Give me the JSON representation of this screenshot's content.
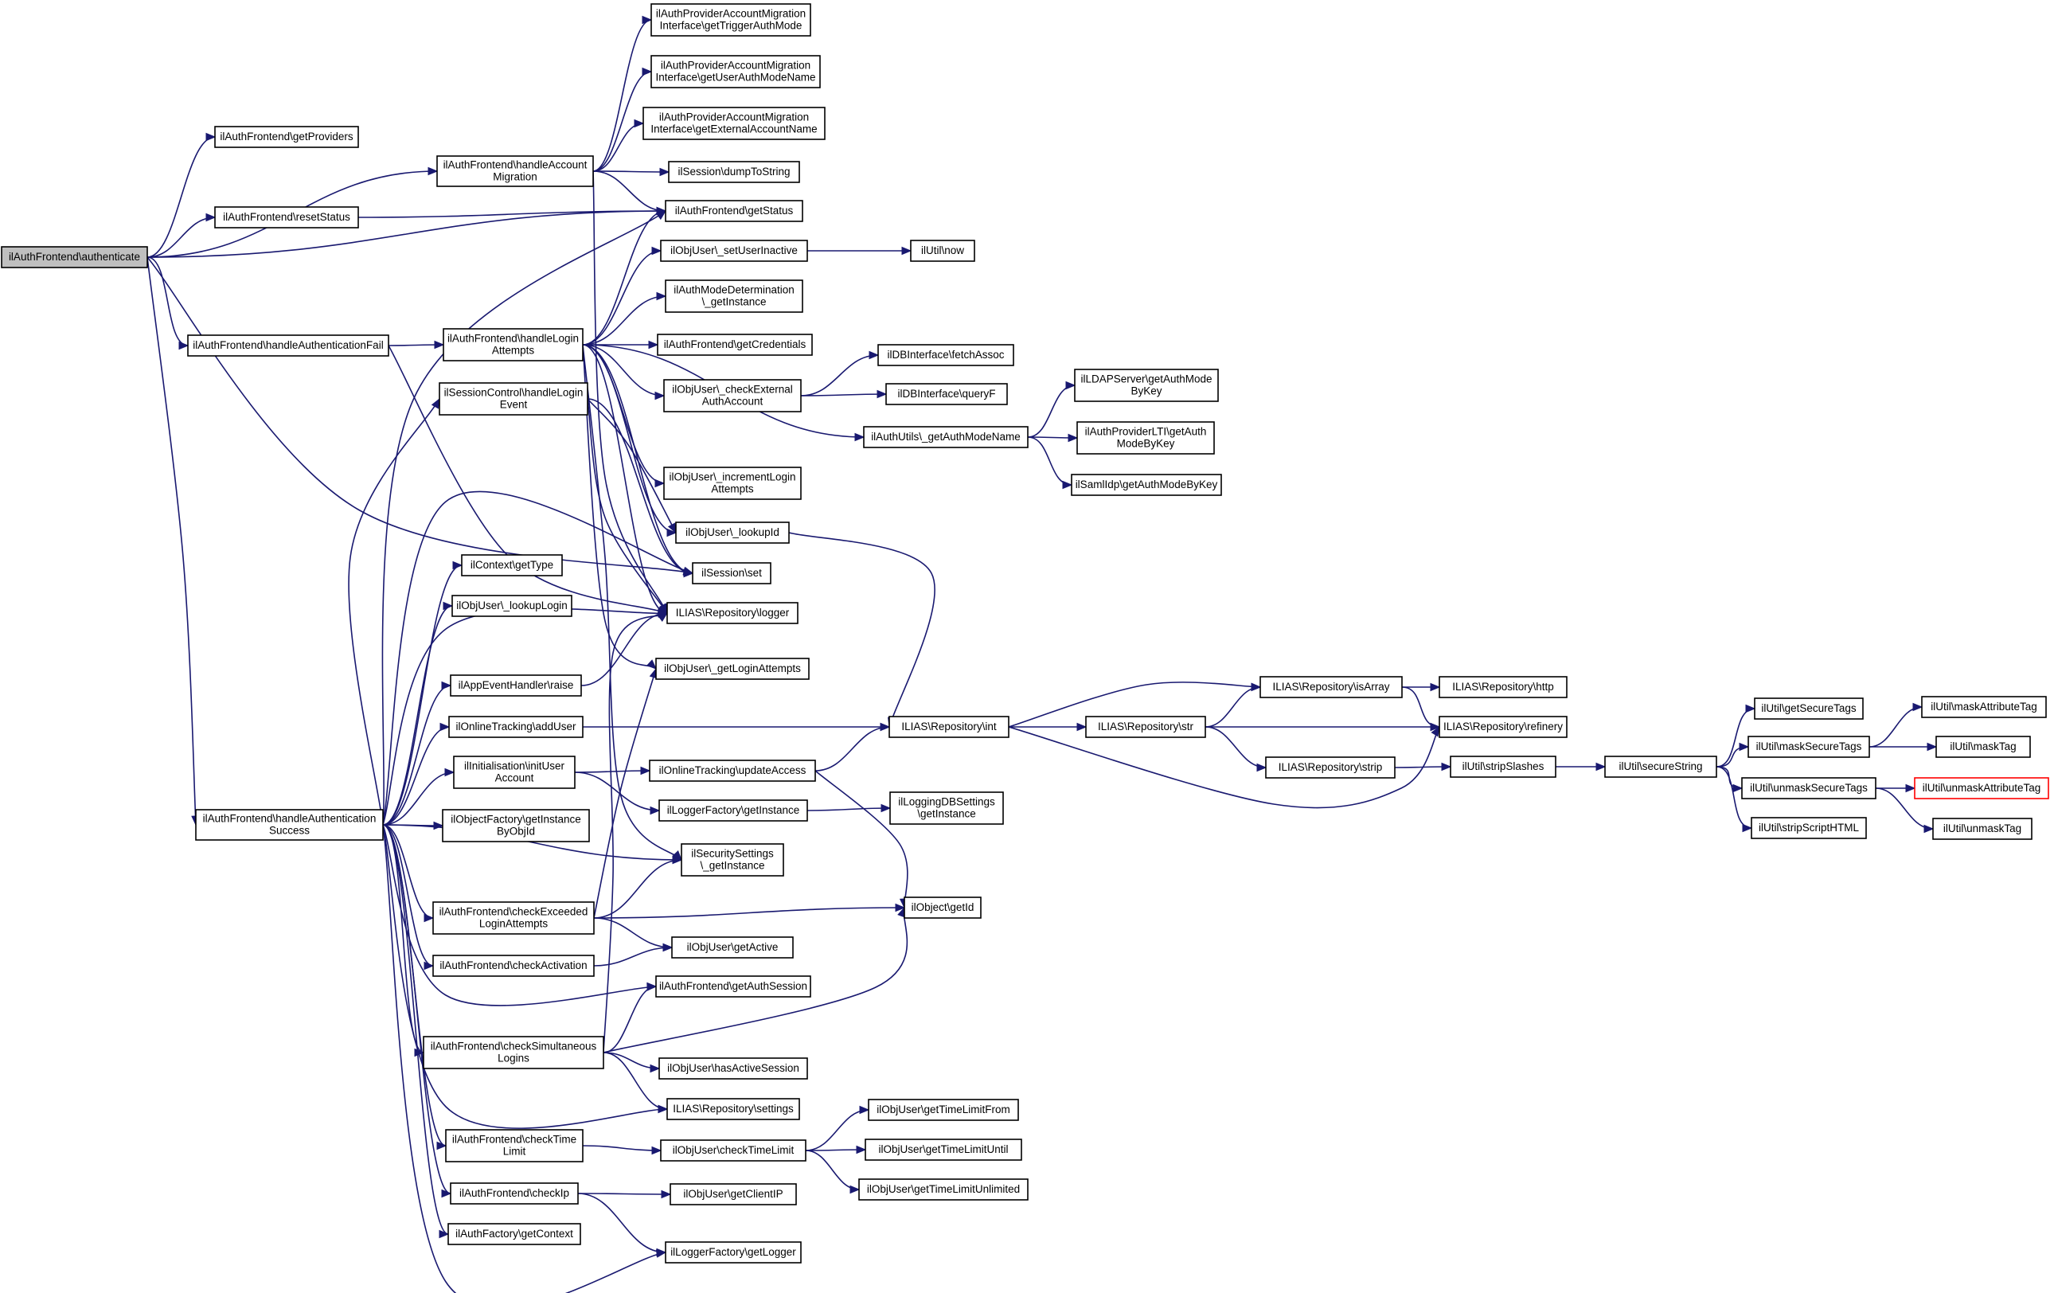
{
  "diagram": {
    "kind": "call graph",
    "colors": {
      "edge": "#191970",
      "current_fill": "#bfbfbf",
      "truncated_border": "#ff0000"
    },
    "nodes": [
      {
        "id": "authenticate",
        "lines": [
          "ilAuthFrontend\\authenticate"
        ],
        "state": "current"
      },
      {
        "id": "getProviders",
        "lines": [
          "ilAuthFrontend\\getProviders"
        ]
      },
      {
        "id": "handleAccountMigration",
        "lines": [
          "ilAuthFrontend\\handleAccount",
          "Migration"
        ]
      },
      {
        "id": "resetStatus",
        "lines": [
          "ilAuthFrontend\\resetStatus"
        ]
      },
      {
        "id": "handleAuthenticationFail",
        "lines": [
          "ilAuthFrontend\\handleAuthenticationFail"
        ]
      },
      {
        "id": "handleAuthenticationSuccess",
        "lines": [
          "ilAuthFrontend\\handleAuthentication",
          "Success"
        ]
      },
      {
        "id": "getTriggerAuthMode",
        "lines": [
          "ilAuthProviderAccountMigration",
          "Interface\\getTriggerAuthMode"
        ]
      },
      {
        "id": "getUserAuthModeName",
        "lines": [
          "ilAuthProviderAccountMigration",
          "Interface\\getUserAuthModeName"
        ]
      },
      {
        "id": "getExternalAccountName",
        "lines": [
          "ilAuthProviderAccountMigration",
          "Interface\\getExternalAccountName"
        ]
      },
      {
        "id": "dumpToString",
        "lines": [
          "ilSession\\dumpToString"
        ]
      },
      {
        "id": "getStatus",
        "lines": [
          "ilAuthFrontend\\getStatus"
        ]
      },
      {
        "id": "setUserInactive",
        "lines": [
          "ilObjUser\\_setUserInactive"
        ]
      },
      {
        "id": "now",
        "lines": [
          "ilUtil\\now"
        ]
      },
      {
        "id": "authModeDetermination",
        "lines": [
          "ilAuthModeDetermination",
          "\\_getInstance"
        ]
      },
      {
        "id": "handleLoginAttempts",
        "lines": [
          "ilAuthFrontend\\handleLogin",
          "Attempts"
        ]
      },
      {
        "id": "getCredentials",
        "lines": [
          "ilAuthFrontend\\getCredentials"
        ]
      },
      {
        "id": "fetchAssoc",
        "lines": [
          "ilDBInterface\\fetchAssoc"
        ]
      },
      {
        "id": "checkExternalAuthAccount",
        "lines": [
          "ilObjUser\\_checkExternal",
          "AuthAccount"
        ]
      },
      {
        "id": "queryF",
        "lines": [
          "ilDBInterface\\queryF"
        ]
      },
      {
        "id": "ldapGetAuthModeByKey",
        "lines": [
          "ilLDAPServer\\getAuthMode",
          "ByKey"
        ]
      },
      {
        "id": "sessionControlHandleLoginEvent",
        "lines": [
          "ilSessionControl\\handleLogin",
          "Event"
        ]
      },
      {
        "id": "getAuthModeName",
        "lines": [
          "ilAuthUtils\\_getAuthModeName"
        ]
      },
      {
        "id": "ltiGetAuthModeByKey",
        "lines": [
          "ilAuthProviderLTI\\getAuth",
          "ModeByKey"
        ]
      },
      {
        "id": "samlGetAuthModeByKey",
        "lines": [
          "ilSamlIdp\\getAuthModeByKey"
        ]
      },
      {
        "id": "incrementLoginAttempts",
        "lines": [
          "ilObjUser\\_incrementLogin",
          "Attempts"
        ]
      },
      {
        "id": "lookupId",
        "lines": [
          "ilObjUser\\_lookupId"
        ]
      },
      {
        "id": "contextGetType",
        "lines": [
          "ilContext\\getType"
        ]
      },
      {
        "id": "sessionSet",
        "lines": [
          "ilSession\\set"
        ]
      },
      {
        "id": "lookupLogin",
        "lines": [
          "ilObjUser\\_lookupLogin"
        ]
      },
      {
        "id": "repoLogger",
        "lines": [
          "ILIAS\\Repository\\logger"
        ]
      },
      {
        "id": "appEventRaise",
        "lines": [
          "ilAppEventHandler\\raise"
        ]
      },
      {
        "id": "getLoginAttempts",
        "lines": [
          "ilObjUser\\_getLoginAttempts"
        ]
      },
      {
        "id": "onlineAddUser",
        "lines": [
          "ilOnlineTracking\\addUser"
        ]
      },
      {
        "id": "repoInt",
        "lines": [
          "ILIAS\\Repository\\int"
        ]
      },
      {
        "id": "repoStr",
        "lines": [
          "ILIAS\\Repository\\str"
        ]
      },
      {
        "id": "repoIsArray",
        "lines": [
          "ILIAS\\Repository\\isArray"
        ]
      },
      {
        "id": "repoHttp",
        "lines": [
          "ILIAS\\Repository\\http"
        ]
      },
      {
        "id": "repoRefinery",
        "lines": [
          "ILIAS\\Repository\\refinery"
        ]
      },
      {
        "id": "repoStrip",
        "lines": [
          "ILIAS\\Repository\\strip"
        ]
      },
      {
        "id": "stripSlashes",
        "lines": [
          "ilUtil\\stripSlashes"
        ]
      },
      {
        "id": "secureString",
        "lines": [
          "ilUtil\\secureString"
        ]
      },
      {
        "id": "getSecureTags",
        "lines": [
          "ilUtil\\getSecureTags"
        ]
      },
      {
        "id": "maskSecureTags",
        "lines": [
          "ilUtil\\maskSecureTags"
        ]
      },
      {
        "id": "unmaskSecureTags",
        "lines": [
          "ilUtil\\unmaskSecureTags"
        ]
      },
      {
        "id": "stripScriptHTML",
        "lines": [
          "ilUtil\\stripScriptHTML"
        ]
      },
      {
        "id": "maskAttributeTag",
        "lines": [
          "ilUtil\\maskAttributeTag"
        ]
      },
      {
        "id": "maskTag",
        "lines": [
          "ilUtil\\maskTag"
        ]
      },
      {
        "id": "unmaskAttributeTag",
        "lines": [
          "ilUtil\\unmaskAttributeTag"
        ],
        "state": "truncated"
      },
      {
        "id": "unmaskTag",
        "lines": [
          "ilUtil\\unmaskTag"
        ]
      },
      {
        "id": "initUserAccount",
        "lines": [
          "ilInitialisation\\initUser",
          "Account"
        ]
      },
      {
        "id": "updateAccess",
        "lines": [
          "ilOnlineTracking\\updateAccess"
        ]
      },
      {
        "id": "loggerFactoryGetInstance",
        "lines": [
          "ilLoggerFactory\\getInstance"
        ]
      },
      {
        "id": "loggingDBSettings",
        "lines": [
          "ilLoggingDBSettings",
          "\\getInstance"
        ]
      },
      {
        "id": "objectFactoryGetInstance",
        "lines": [
          "ilObjectFactory\\getInstance",
          "ByObjId"
        ]
      },
      {
        "id": "securitySettings",
        "lines": [
          "ilSecuritySettings",
          "\\_getInstance"
        ]
      },
      {
        "id": "checkExceededLoginAttempts",
        "lines": [
          "ilAuthFrontend\\checkExceeded",
          "LoginAttempts"
        ]
      },
      {
        "id": "objectGetId",
        "lines": [
          "ilObject\\getId"
        ]
      },
      {
        "id": "getActive",
        "lines": [
          "ilObjUser\\getActive"
        ]
      },
      {
        "id": "checkActivation",
        "lines": [
          "ilAuthFrontend\\checkActivation"
        ]
      },
      {
        "id": "getAuthSession",
        "lines": [
          "ilAuthFrontend\\getAuthSession"
        ]
      },
      {
        "id": "checkSimultaneousLogins",
        "lines": [
          "ilAuthFrontend\\checkSimultaneous",
          "Logins"
        ]
      },
      {
        "id": "hasActiveSession",
        "lines": [
          "ilObjUser\\hasActiveSession"
        ]
      },
      {
        "id": "repoSettings",
        "lines": [
          "ILIAS\\Repository\\settings"
        ]
      },
      {
        "id": "checkTimeLimit",
        "lines": [
          "ilAuthFrontend\\checkTime",
          "Limit"
        ]
      },
      {
        "id": "userCheckTimeLimit",
        "lines": [
          "ilObjUser\\checkTimeLimit"
        ]
      },
      {
        "id": "getTimeLimitFrom",
        "lines": [
          "ilObjUser\\getTimeLimitFrom"
        ]
      },
      {
        "id": "getTimeLimitUntil",
        "lines": [
          "ilObjUser\\getTimeLimitUntil"
        ]
      },
      {
        "id": "getTimeLimitUnlimited",
        "lines": [
          "ilObjUser\\getTimeLimitUnlimited"
        ]
      },
      {
        "id": "checkIp",
        "lines": [
          "ilAuthFrontend\\checkIp"
        ]
      },
      {
        "id": "getClientIP",
        "lines": [
          "ilObjUser\\getClientIP"
        ]
      },
      {
        "id": "authFactoryGetContext",
        "lines": [
          "ilAuthFactory\\getContext"
        ]
      },
      {
        "id": "loggerFactoryGetLogger",
        "lines": [
          "ilLoggerFactory\\getLogger"
        ]
      }
    ],
    "edges": [
      [
        "authenticate",
        "getProviders"
      ],
      [
        "authenticate",
        "handleAccountMigration"
      ],
      [
        "authenticate",
        "resetStatus"
      ],
      [
        "authenticate",
        "getStatus"
      ],
      [
        "authenticate",
        "handleAuthenticationFail"
      ],
      [
        "authenticate",
        "handleAuthenticationSuccess"
      ],
      [
        "authenticate",
        "sessionSet"
      ],
      [
        "handleAccountMigration",
        "getTriggerAuthMode"
      ],
      [
        "handleAccountMigration",
        "getUserAuthModeName"
      ],
      [
        "handleAccountMigration",
        "getExternalAccountName"
      ],
      [
        "handleAccountMigration",
        "dumpToString"
      ],
      [
        "handleAccountMigration",
        "getStatus"
      ],
      [
        "handleAccountMigration",
        "repoLogger"
      ],
      [
        "resetStatus",
        "getStatus"
      ],
      [
        "handleAuthenticationFail",
        "handleLoginAttempts"
      ],
      [
        "handleAuthenticationFail",
        "repoLogger"
      ],
      [
        "handleLoginAttempts",
        "getStatus"
      ],
      [
        "handleLoginAttempts",
        "setUserInactive"
      ],
      [
        "handleLoginAttempts",
        "authModeDetermination"
      ],
      [
        "handleLoginAttempts",
        "getCredentials"
      ],
      [
        "handleLoginAttempts",
        "checkExternalAuthAccount"
      ],
      [
        "handleLoginAttempts",
        "getAuthModeName"
      ],
      [
        "handleLoginAttempts",
        "incrementLoginAttempts"
      ],
      [
        "handleLoginAttempts",
        "lookupId"
      ],
      [
        "handleLoginAttempts",
        "sessionSet"
      ],
      [
        "handleLoginAttempts",
        "repoLogger"
      ],
      [
        "handleLoginAttempts",
        "getLoginAttempts"
      ],
      [
        "handleLoginAttempts",
        "securitySettings"
      ],
      [
        "setUserInactive",
        "now"
      ],
      [
        "checkExternalAuthAccount",
        "fetchAssoc"
      ],
      [
        "checkExternalAuthAccount",
        "queryF"
      ],
      [
        "getAuthModeName",
        "ldapGetAuthModeByKey"
      ],
      [
        "getAuthModeName",
        "ltiGetAuthModeByKey"
      ],
      [
        "getAuthModeName",
        "samlGetAuthModeByKey"
      ],
      [
        "sessionControlHandleLoginEvent",
        "lookupId"
      ],
      [
        "sessionControlHandleLoginEvent",
        "sessionSet"
      ],
      [
        "sessionControlHandleLoginEvent",
        "repoLogger"
      ],
      [
        "lookupId",
        "repoInt"
      ],
      [
        "appEventRaise",
        "repoLogger"
      ],
      [
        "onlineAddUser",
        "repoInt"
      ],
      [
        "initUserAccount",
        "updateAccess"
      ],
      [
        "initUserAccount",
        "loggerFactoryGetInstance"
      ],
      [
        "updateAccess",
        "repoInt"
      ],
      [
        "updateAccess",
        "objectGetId"
      ],
      [
        "loggerFactoryGetInstance",
        "loggingDBSettings"
      ],
      [
        "repoInt",
        "repoStr"
      ],
      [
        "repoInt",
        "repoIsArray"
      ],
      [
        "repoInt",
        "repoRefinery"
      ],
      [
        "repoStr",
        "repoIsArray"
      ],
      [
        "repoStr",
        "repoRefinery"
      ],
      [
        "repoStr",
        "repoStrip"
      ],
      [
        "repoIsArray",
        "repoHttp"
      ],
      [
        "repoIsArray",
        "repoRefinery"
      ],
      [
        "repoStrip",
        "stripSlashes"
      ],
      [
        "stripSlashes",
        "secureString"
      ],
      [
        "secureString",
        "getSecureTags"
      ],
      [
        "secureString",
        "maskSecureTags"
      ],
      [
        "secureString",
        "unmaskSecureTags"
      ],
      [
        "secureString",
        "stripScriptHTML"
      ],
      [
        "maskSecureTags",
        "maskAttributeTag"
      ],
      [
        "maskSecureTags",
        "maskTag"
      ],
      [
        "unmaskSecureTags",
        "unmaskAttributeTag"
      ],
      [
        "unmaskSecureTags",
        "unmaskTag"
      ],
      [
        "handleAuthenticationSuccess",
        "getStatus"
      ],
      [
        "handleAuthenticationSuccess",
        "sessionControlHandleLoginEvent"
      ],
      [
        "handleAuthenticationSuccess",
        "contextGetType"
      ],
      [
        "handleAuthenticationSuccess",
        "lookupLogin"
      ],
      [
        "handleAuthenticationSuccess",
        "sessionSet"
      ],
      [
        "handleAuthenticationSuccess",
        "repoLogger"
      ],
      [
        "handleAuthenticationSuccess",
        "appEventRaise"
      ],
      [
        "handleAuthenticationSuccess",
        "onlineAddUser"
      ],
      [
        "handleAuthenticationSuccess",
        "initUserAccount"
      ],
      [
        "handleAuthenticationSuccess",
        "objectFactoryGetInstance"
      ],
      [
        "handleAuthenticationSuccess",
        "securitySettings"
      ],
      [
        "handleAuthenticationSuccess",
        "checkExceededLoginAttempts"
      ],
      [
        "handleAuthenticationSuccess",
        "checkActivation"
      ],
      [
        "handleAuthenticationSuccess",
        "getAuthSession"
      ],
      [
        "handleAuthenticationSuccess",
        "checkSimultaneousLogins"
      ],
      [
        "handleAuthenticationSuccess",
        "repoSettings"
      ],
      [
        "handleAuthenticationSuccess",
        "checkTimeLimit"
      ],
      [
        "handleAuthenticationSuccess",
        "checkIp"
      ],
      [
        "handleAuthenticationSuccess",
        "authFactoryGetContext"
      ],
      [
        "handleAuthenticationSuccess",
        "loggerFactoryGetLogger"
      ],
      [
        "checkExceededLoginAttempts",
        "getLoginAttempts"
      ],
      [
        "checkExceededLoginAttempts",
        "securitySettings"
      ],
      [
        "checkExceededLoginAttempts",
        "objectGetId"
      ],
      [
        "checkExceededLoginAttempts",
        "getActive"
      ],
      [
        "checkActivation",
        "getActive"
      ],
      [
        "checkSimultaneousLogins",
        "getAuthSession"
      ],
      [
        "checkSimultaneousLogins",
        "objectGetId"
      ],
      [
        "checkSimultaneousLogins",
        "hasActiveSession"
      ],
      [
        "checkSimultaneousLogins",
        "repoSettings"
      ],
      [
        "checkSimultaneousLogins",
        "repoLogger"
      ],
      [
        "checkTimeLimit",
        "userCheckTimeLimit"
      ],
      [
        "userCheckTimeLimit",
        "getTimeLimitFrom"
      ],
      [
        "userCheckTimeLimit",
        "getTimeLimitUntil"
      ],
      [
        "userCheckTimeLimit",
        "getTimeLimitUnlimited"
      ],
      [
        "checkIp",
        "getClientIP"
      ],
      [
        "checkIp",
        "loggerFactoryGetLogger"
      ]
    ]
  }
}
